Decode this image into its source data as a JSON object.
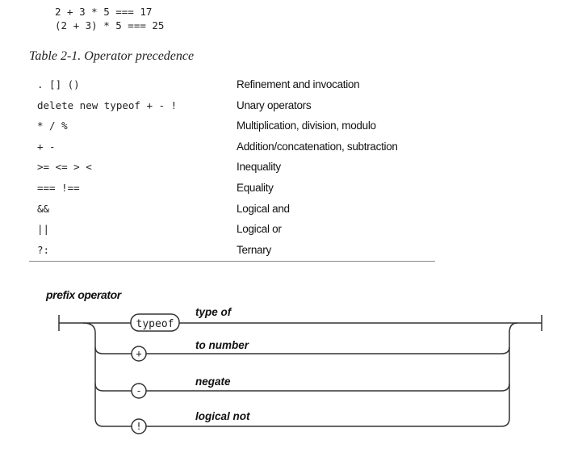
{
  "code": {
    "line1": "2 + 3 * 5 === 17",
    "line2": "(2 + 3) * 5 === 25"
  },
  "caption": "Table 2-1. Operator precedence",
  "table": {
    "rows": [
      {
        "op": ". [] ()",
        "desc": "Refinement and invocation"
      },
      {
        "op": "delete new typeof + - !",
        "desc": "Unary operators"
      },
      {
        "op": "* / %",
        "desc": "Multiplication, division, modulo"
      },
      {
        "op": "+ -",
        "desc": "Addition/concatenation, subtraction"
      },
      {
        "op": ">= <= > <",
        "desc": "Inequality"
      },
      {
        "op": "=== !==",
        "desc": "Equality"
      },
      {
        "op": "&&",
        "desc": "Logical and"
      },
      {
        "op": "||",
        "desc": "Logical or"
      },
      {
        "op": "?:",
        "desc": "Ternary"
      }
    ]
  },
  "diagram": {
    "title": "prefix operator",
    "branches": [
      {
        "token": "typeof",
        "label": "type of"
      },
      {
        "token": "+",
        "label": "to number"
      },
      {
        "token": "-",
        "label": "negate"
      },
      {
        "token": "!",
        "label": "logical not"
      }
    ]
  }
}
